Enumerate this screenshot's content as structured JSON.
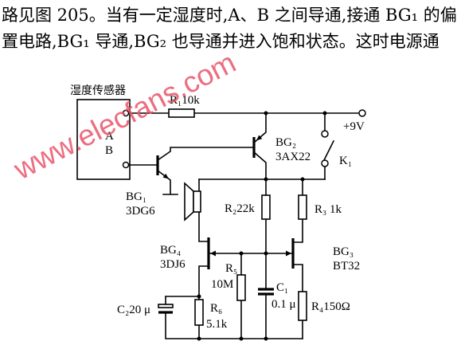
{
  "page_text": {
    "line1": "路见图 205。当有一定湿度时,A、B 之间导通,接通 BG₁ 的偏",
    "line2": "置电路,BG₁ 导通,BG₂ 也导通并进入饱和状态。这时电源通"
  },
  "watermark": "www.elecfans.com",
  "circuit": {
    "sensor": {
      "title": "湿度传感器",
      "terminal_a": "A",
      "terminal_b": "B"
    },
    "supply": "+9V",
    "switch": "K₁",
    "r1": "R₁10k",
    "bg1": {
      "name": "BG₁",
      "model": "3DG6"
    },
    "bg2": {
      "name": "BG₂",
      "model": "3AX22"
    },
    "r2": "R₂22k",
    "r3": "R₃ 1k",
    "bg4": {
      "name": "BG₄",
      "model": "3DJ6"
    },
    "bg3": {
      "name": "BG₃",
      "model": "BT32"
    },
    "r5": {
      "name": "R₅",
      "value": "10M"
    },
    "c1": {
      "name": "C₁",
      "value": "0.1 μ"
    },
    "r4": "R₄150Ω",
    "c2": "C₂20 μ",
    "r6": {
      "name": "R₆",
      "value": "5.1k"
    }
  },
  "colors": {
    "ink": "#000000",
    "watermark": "#e8556b",
    "background": "#ffffff"
  }
}
